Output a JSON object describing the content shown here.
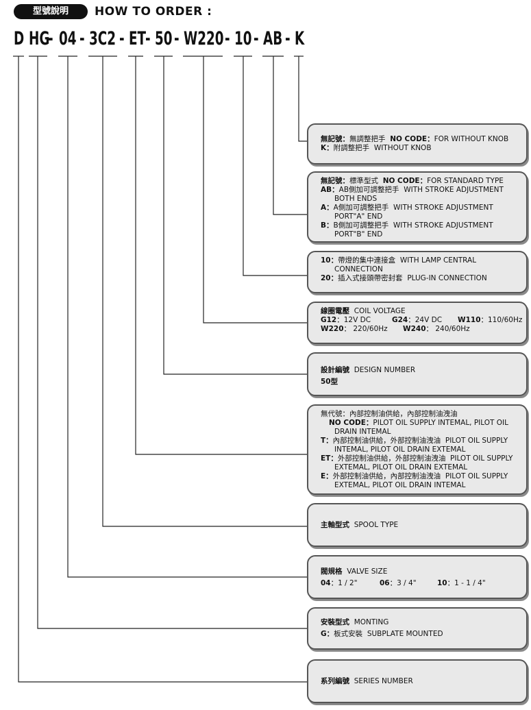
{
  "header": {
    "badge": "型號說明",
    "title": "HOW TO ORDER :"
  },
  "code_segments": [
    "D",
    "HG",
    "04",
    "3C2",
    "ET",
    "50",
    "W220",
    "10",
    "AB",
    "K"
  ],
  "code_separator": "-",
  "boxes": {
    "knob": {
      "l1_code": "無記號：",
      "l1_zh": "無調整把手",
      "l1_label": "NO CODE：",
      "l1_en": "FOR WITHOUT KNOB",
      "l2_code": "K：",
      "l2_zh": "附調整把手",
      "l2_en": "WITHOUT KNOB"
    },
    "stroke": {
      "l1_code": "無記號：",
      "l1_zh": "標準型式",
      "l1_label": "NO CODE：",
      "l1_en": "FOR STANDARD TYPE",
      "l2_code": "AB：",
      "l2_zh": "AB側加可調整把手",
      "l2_en": "WITH STROKE ADJUSTMENT",
      "l2_cont": "BOTH ENDS",
      "l3_code": "A：",
      "l3_zh": "A側加可調整把手",
      "l3_en": "WITH STROKE ADJUSTMENT",
      "l3_cont": "PORT\"A\" END",
      "l4_code": "B：",
      "l4_zh": "B側加可調整把手",
      "l4_en": "WITH STROKE ADJUSTMENT",
      "l4_cont": "PORT\"B\" END"
    },
    "connection": {
      "l1_code": "10：",
      "l1_zh": "帶燈的集中連接盒",
      "l1_en": "WITH LAMP CENTRAL",
      "l1_cont": "CONNECTION",
      "l2_code": "20：",
      "l2_zh": "插入式接頭帶密封套",
      "l2_en": "PLUG-IN CONNECTION"
    },
    "voltage": {
      "title_zh": "線圈電壓",
      "title_en": "COIL VOLTAGE",
      "g12_code": "G12",
      "g12_val": "：12V DC",
      "g24_code": "G24",
      "g24_val": "：24V DC",
      "w110_code": "W110",
      "w110_val": "：110/60Hz",
      "w220_code": "W220",
      "w220_val": "： 220/60Hz",
      "w240_code": "W240",
      "w240_val": "： 240/60Hz"
    },
    "design": {
      "title_zh": "設計編號",
      "title_en": "DESIGN NUMBER",
      "value": "50型"
    },
    "pilot": {
      "l1_zh": "無代號：內部控制油供給，內部控制油洩油",
      "l2_code": "NO CODE：",
      "l2_en": "PILOT OIL SUPPLY INTEMAL, PILOT OIL",
      "l2_cont": "DRAIN INTEMAL",
      "l3_code": "T：",
      "l3_zh": "內部控制油供給，外部控制油洩油",
      "l3_en": "PILOT OIL SUPPLY",
      "l3_cont": "INTEMAL, PILOT OIL DRAIN EXTEMAL",
      "l4_code": "ET：",
      "l4_zh": "外部控制油供給，外部控制油洩油",
      "l4_en": "PILOT OIL SUPPLY",
      "l4_cont": "EXTEMAL, PILOT OIL DRAIN EXTEMAL",
      "l5_code": "E：",
      "l5_zh": "外部控制油供給，內部控制油洩油",
      "l5_en": "PILOT OIL SUPPLY",
      "l5_cont": "EXTEMAL, PILOT OIL DRAIN INTEMAL"
    },
    "spool": {
      "title_zh": "主軸型式",
      "title_en": "SPOOL TYPE"
    },
    "valve_size": {
      "title_zh": "閥規格",
      "title_en": "VALVE SIZE",
      "s1_code": "04",
      "s1_val": "：1 / 2\"",
      "s2_code": "06",
      "s2_val": "：3 / 4\"",
      "s3_code": "10",
      "s3_val": "：1 - 1 / 4\""
    },
    "mounting": {
      "title_zh": "安裝型式",
      "title_en": "MONTING",
      "l1_code": "G：",
      "l1_zh": "板式安裝",
      "l1_en": "SUBPLATE MOUNTED"
    },
    "series": {
      "title_zh": "系列編號",
      "title_en": "SERIES NUMBER"
    }
  }
}
